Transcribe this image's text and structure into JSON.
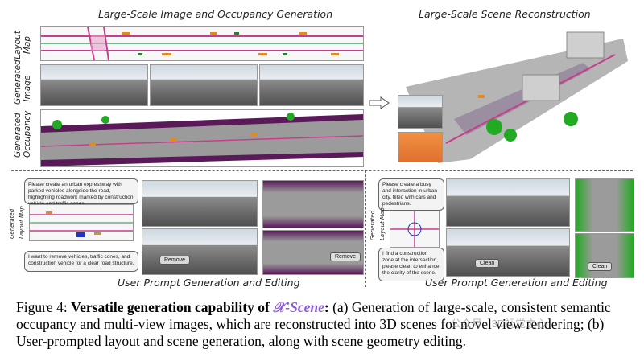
{
  "top_left": {
    "title": "Large-Scale Image and Occupancy Generation",
    "labels": {
      "layout_map": "Layout\nMap",
      "generated_image": "Generated\nImage",
      "generated_occupancy": "Generated\nOccupancy"
    }
  },
  "top_right": {
    "title": "Large-Scale Scene Reconstruction"
  },
  "bottom_left": {
    "title": "User Prompt Generation and Editing",
    "prompt1": "Please create an urban expressway with parked vehicles alongside the road, highlighting roadwork marked by construction vehicle and traffic cones.",
    "prompt2": "I want to remove vehicles, traffic cones, and construction vehicle for a clear road structure.",
    "side_label": "Generated\nLayout Map",
    "btn_remove_1": "Remove",
    "btn_remove_2": "Remove"
  },
  "bottom_right": {
    "title": "User Prompt Generation and Editing",
    "prompt1": "Please create a busy and interaction in urban city, filled with cars and pedestrians.",
    "prompt2": "I find a construction zone at the intersection, please clean to enhance the clarity of the scene.",
    "side_label": "Generated\nLayout Map",
    "btn_clean_1": "Clean",
    "btn_clean_2": "Clean"
  },
  "caption": {
    "label": "Figure 4:",
    "bold": "Versatile generation capability of",
    "name": "𝒳-Scene",
    "colon": ":",
    "text": " (a) Generation of large-scale, consistent semantic occupancy and multi-view images, which are reconstructed into 3D scenes for novel view rendering; (b) User-prompted layout and scene generation, along with scene geometry editing."
  },
  "watermark": "公众号 · 3D视觉之心",
  "colors": {
    "road": "#9b9b9b",
    "vegetation": "#22aa22",
    "car": "#e08a20",
    "lane": "#c83c8c",
    "accent": "#8a5bd6"
  }
}
